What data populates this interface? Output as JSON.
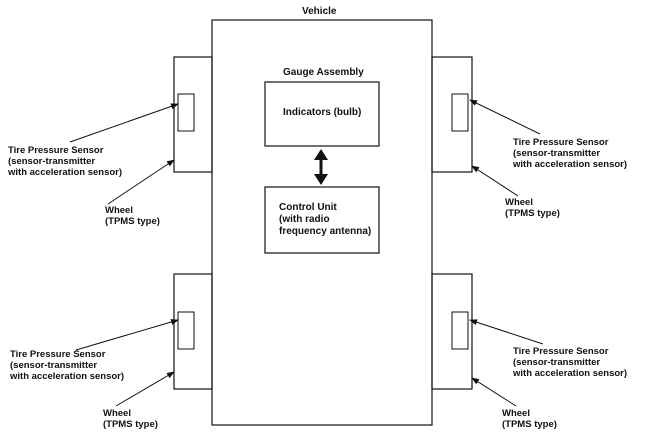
{
  "vehicle_label": "Vehicle",
  "gauge_assembly_label": "Gauge Assembly",
  "indicators_label": "Indicators (bulb)",
  "control_unit_label": "Control Unit\n(with radio\nfrequency antenna)",
  "front_left": {
    "sensor_label": "Tire Pressure Sensor\n(sensor-transmitter\nwith acceleration sensor)",
    "wheel_label": "Wheel\n(TPMS type)"
  },
  "front_right": {
    "sensor_label": "Tire Pressure Sensor\n(sensor-transmitter\nwith acceleration sensor)",
    "wheel_label": "Wheel\n(TPMS type)"
  },
  "rear_left": {
    "sensor_label": "Tire Pressure Sensor\n(sensor-transmitter\nwith acceleration sensor)",
    "wheel_label": "Wheel\n(TPMS type)"
  },
  "rear_right": {
    "sensor_label": "Tire Pressure Sensor\n(sensor-transmitter\nwith acceleration sensor)",
    "wheel_label": "Wheel\n(TPMS type)"
  }
}
